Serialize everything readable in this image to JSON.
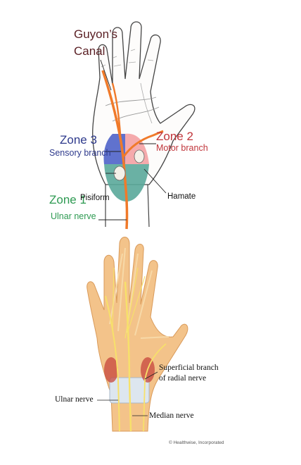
{
  "top": {
    "title_line1": "Guyon’s",
    "title_line2": "Canal",
    "zone3": "Zone 3",
    "zone3_sub": "Sensory branch",
    "zone2": "Zone 2",
    "zone2_sub": "Motor branch",
    "zone1": "Zone 1",
    "zone1_sub": "Ulnar nerve",
    "pisiform": "Pisiform",
    "hamate": "Hamate"
  },
  "bottom": {
    "superficial_line1": "Superficial branch",
    "superficial_line2": "of radial nerve",
    "ulnar": "Ulnar nerve",
    "median": "Median nerve",
    "credit": "© Healthwise, Incorporated"
  },
  "colors": {
    "zone1": "#2e9a52",
    "zone2": "#c0343a",
    "zone3": "#2e3a8c",
    "nerve": "#f07a2a",
    "skin": "#f3c38a"
  }
}
